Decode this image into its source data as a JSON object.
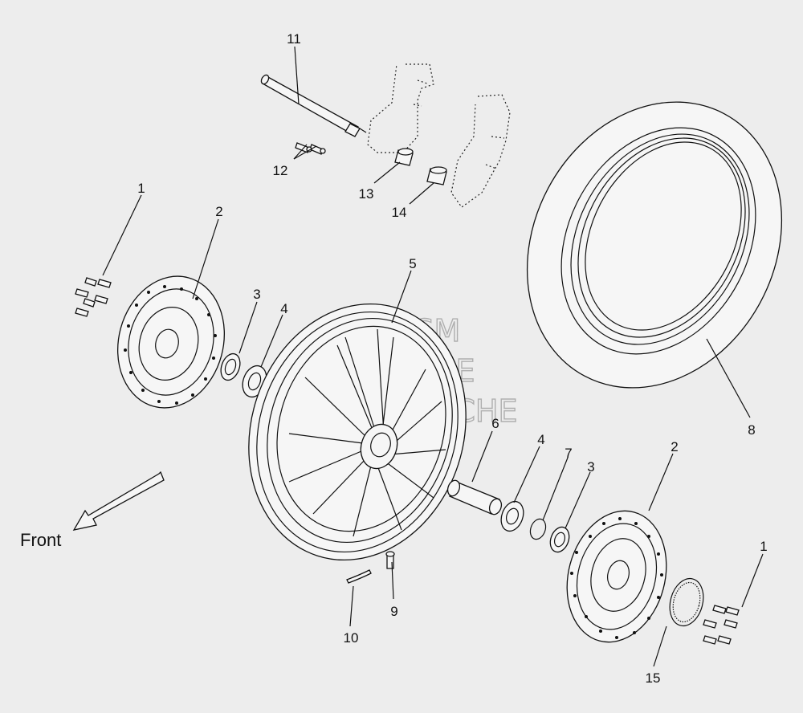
{
  "diagram": {
    "direction_label": "Front",
    "watermark": [
      "HLSM",
      "ONLINE",
      "MICROFICHE"
    ],
    "callouts": {
      "c1_left": "1",
      "c2_left": "2",
      "c3_left": "3",
      "c4_left": "4",
      "c5": "5",
      "c6": "6",
      "c4_right": "4",
      "c7": "7",
      "c3_right": "3",
      "c2_right": "2",
      "c8": "8",
      "c1_right": "1",
      "c9": "9",
      "c10": "10",
      "c11": "11",
      "c12": "12",
      "c13": "13",
      "c14": "14",
      "c15": "15"
    }
  }
}
